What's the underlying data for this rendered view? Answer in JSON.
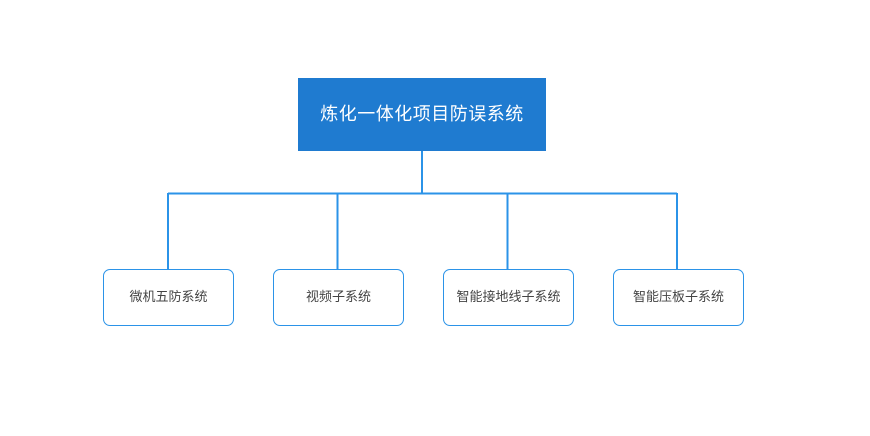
{
  "diagram": {
    "type": "organization-chart",
    "orientation": "top-down",
    "colors": {
      "root_fill": "#1f7bd0",
      "root_text": "#ffffff",
      "child_fill": "#ffffff",
      "child_border": "#2b93e8",
      "child_text": "#444444",
      "connector": "#2b93e8",
      "background": "#ffffff"
    },
    "root": {
      "label": "炼化一体化项目防误系统"
    },
    "children": [
      {
        "label": "微机五防系统"
      },
      {
        "label": "视频子系统"
      },
      {
        "label": "智能接地线子系统"
      },
      {
        "label": "智能压板子系统"
      }
    ]
  }
}
